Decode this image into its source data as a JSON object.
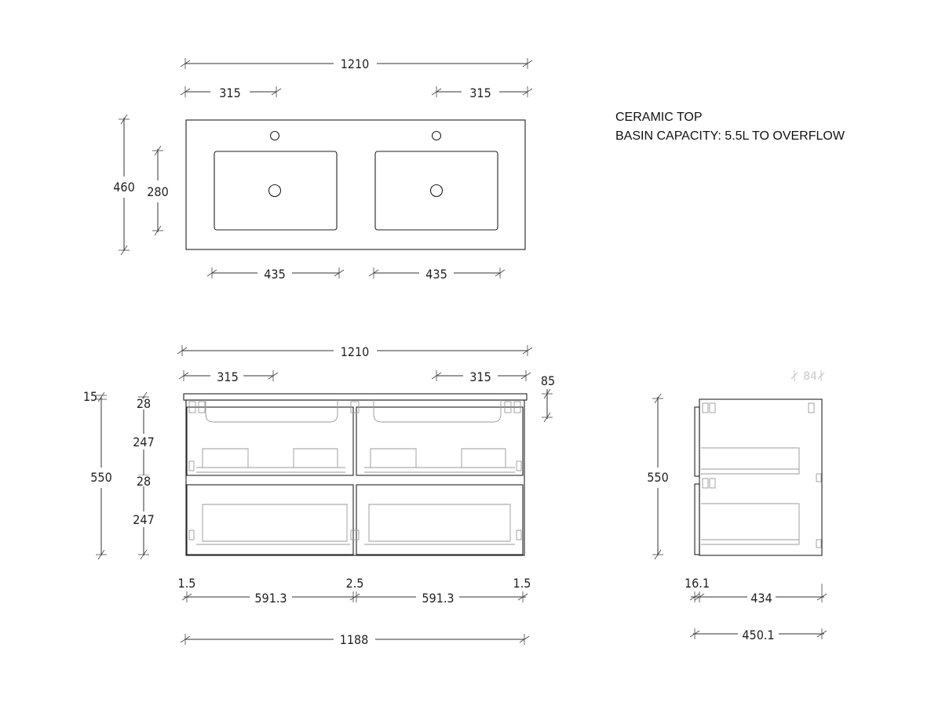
{
  "notes": {
    "line1": "CERAMIC TOP",
    "line2": "BASIN CAPACITY: 5.5L TO OVERFLOW"
  },
  "top_view": {
    "overall_width": "1210",
    "left_tap_offset": "315",
    "right_tap_offset": "315",
    "depth": "460",
    "basin_depth": "280",
    "left_basin_width": "435",
    "right_basin_width": "435"
  },
  "front_view": {
    "overall_width": "1210",
    "left_tap_offset": "315",
    "right_tap_offset": "315",
    "top_thickness": "85",
    "top_overhang": "15",
    "height": "550",
    "drawer_gap_top": "28",
    "drawer_front_upper": "247",
    "drawer_gap_mid": "28",
    "drawer_front_lower": "247",
    "left_edge_gap": "1.5",
    "middle_gap": "2.5",
    "right_edge_gap": "1.5",
    "left_drawer_width": "591.3",
    "right_drawer_width": "591.3",
    "cabinet_width": "1188"
  },
  "side_view": {
    "top_depth_faint": "84",
    "height": "550",
    "front_thickness": "16.1",
    "body_depth": "434",
    "overall_depth": "450.1"
  },
  "colors": {
    "line": "#333333",
    "faint": "#c8c8c8",
    "background": "#ffffff"
  }
}
